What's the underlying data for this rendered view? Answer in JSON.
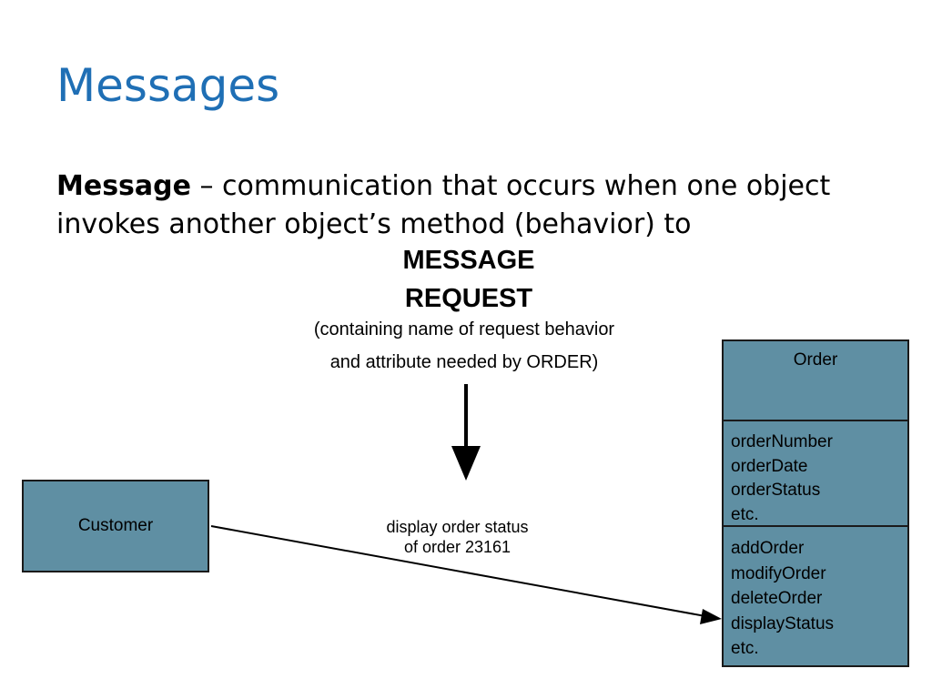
{
  "slide": {
    "title": "Messages",
    "definition": {
      "term": "Message",
      "text": " – communication that occurs when one object invokes another object’s method (behavior) to"
    }
  },
  "diagram": {
    "request_title_1": "MESSAGE",
    "request_title_2": "REQUEST",
    "request_note_1": "(containing name of request behavior",
    "request_note_2": "and attribute needed by ORDER)",
    "customer": {
      "name": "Customer"
    },
    "order": {
      "name": "Order",
      "attributes": [
        "orderNumber",
        "orderDate",
        "orderStatus",
        "etc."
      ],
      "methods": [
        "addOrder",
        "modifyOrder",
        "deleteOrder",
        "displayStatus",
        "etc."
      ]
    },
    "message_label_1": "display order status",
    "message_label_2": "of order 23161"
  },
  "colors": {
    "title": "#1f6fb5",
    "box_fill": "#5f8fa3",
    "box_border": "#1a1a1a"
  }
}
